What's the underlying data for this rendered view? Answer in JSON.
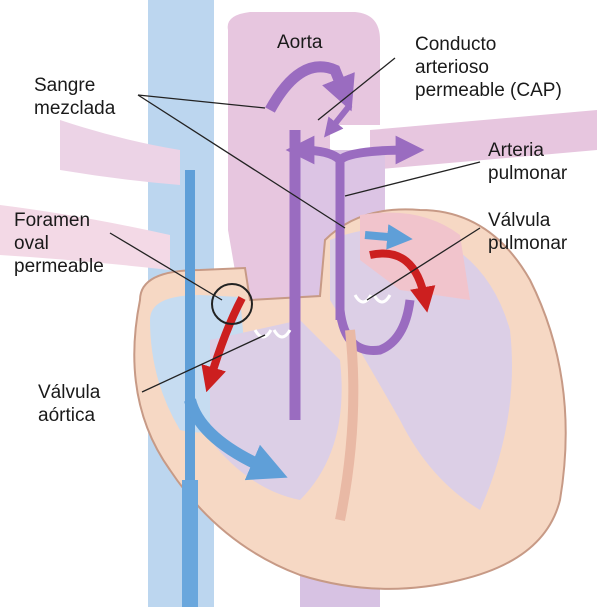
{
  "labels": {
    "aorta": "Aorta",
    "conducto": [
      "Conducto",
      "arterioso",
      "permeable (CAP)"
    ],
    "sangre": [
      "Sangre",
      "mezclada"
    ],
    "arteria": [
      "Arteria",
      "pulmonar"
    ],
    "foramen": [
      "Foramen",
      "oval",
      "permeable"
    ],
    "valvula_pulmonar": [
      "Válvula",
      "pulmonar"
    ],
    "valvula_aortica": [
      "Válvula",
      "aórtica"
    ]
  },
  "colors": {
    "background": "#ffffff",
    "heart_wall": "#f6d8c4",
    "heart_outline": "#c79a86",
    "chamber_purple": "#dccfe6",
    "vessel_pink": "#e7c6df",
    "vena_blue": "#bcd6ef",
    "blue_arrow": "#5f9fd8",
    "purple_arrow": "#9a6cc0",
    "red_arrow": "#cc1f1f",
    "leader_line": "#222222"
  }
}
